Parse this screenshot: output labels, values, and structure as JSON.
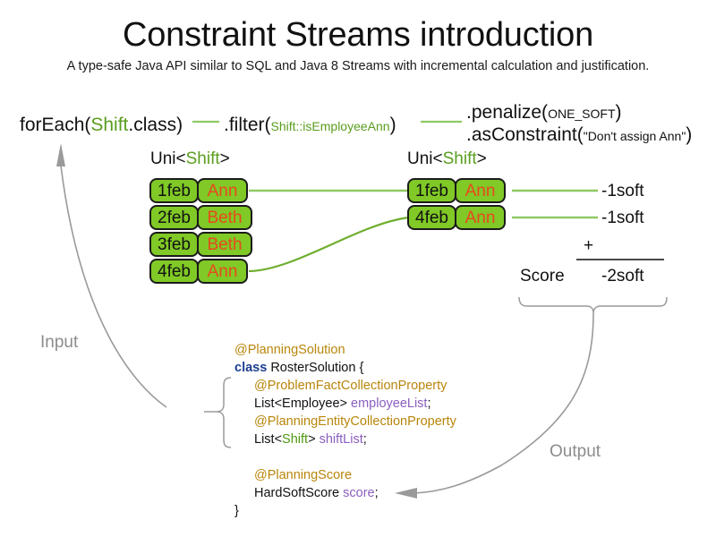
{
  "header": {
    "title": "Constraint Streams introduction",
    "subtitle": "A type-safe Java API similar to SQL and Java 8 Streams with incremental calculation and justification."
  },
  "pipeline": {
    "for_each": {
      "prefix": "forEach(",
      "type": "Shift",
      "suffix": ".class)"
    },
    "filter": {
      "prefix": ".filter(",
      "arg": "Shift::isEmployeeAnn",
      "suffix": ")"
    },
    "penalize": {
      "prefix": ".penalize(",
      "arg": "ONE_SOFT",
      "suffix": ")"
    },
    "as_constraint": {
      "prefix": ".asConstraint(",
      "arg": "\"Don't assign Ann\"",
      "suffix": ")"
    }
  },
  "stream_types": {
    "left": {
      "prefix": "Uni<",
      "type": "Shift",
      "suffix": ">"
    },
    "right": {
      "prefix": "Uni<",
      "type": "Shift",
      "suffix": ">"
    }
  },
  "shifts": {
    "input": [
      {
        "date": "1feb",
        "employee": "Ann"
      },
      {
        "date": "2feb",
        "employee": "Beth"
      },
      {
        "date": "3feb",
        "employee": "Beth"
      },
      {
        "date": "4feb",
        "employee": "Ann"
      }
    ],
    "filtered": [
      {
        "date": "1feb",
        "employee": "Ann"
      },
      {
        "date": "4feb",
        "employee": "Ann"
      }
    ]
  },
  "score": {
    "penalties": [
      "-1soft",
      "-1soft"
    ],
    "operator": "+",
    "label": "Score",
    "total": "-2soft"
  },
  "code": {
    "line_1_annotation": "@PlanningSolution",
    "line_2_keyword": "class",
    "line_2_rest": " RosterSolution {",
    "line_3_annotation": "@ProblemFactCollectionProperty",
    "line_4_type": "List<Employee> ",
    "line_4_field": "employeeList",
    "line_4_semi": ";",
    "line_5_annotation": "@PlanningEntityCollectionProperty",
    "line_6_type_pre": "List<",
    "line_6_type_generic": "Shift",
    "line_6_type_post": "> ",
    "line_6_field": "shiftList",
    "line_6_semi": ";",
    "line_7_annotation": "@PlanningScore",
    "line_8_type": "HardSoftScore ",
    "line_8_field": "score",
    "line_8_semi": ";",
    "line_9_close": "}"
  },
  "annotations": {
    "input": "Input",
    "output": "Output"
  },
  "colors": {
    "green_fill": "#80c926",
    "green_line": "#8fc963",
    "green_text": "#5a9e1f",
    "name_text": "#e8491d",
    "gray_label": "#8c8c8c",
    "annotation": "#b8860b",
    "keyword": "#1d3f8f",
    "field": "#8a5fbf"
  }
}
